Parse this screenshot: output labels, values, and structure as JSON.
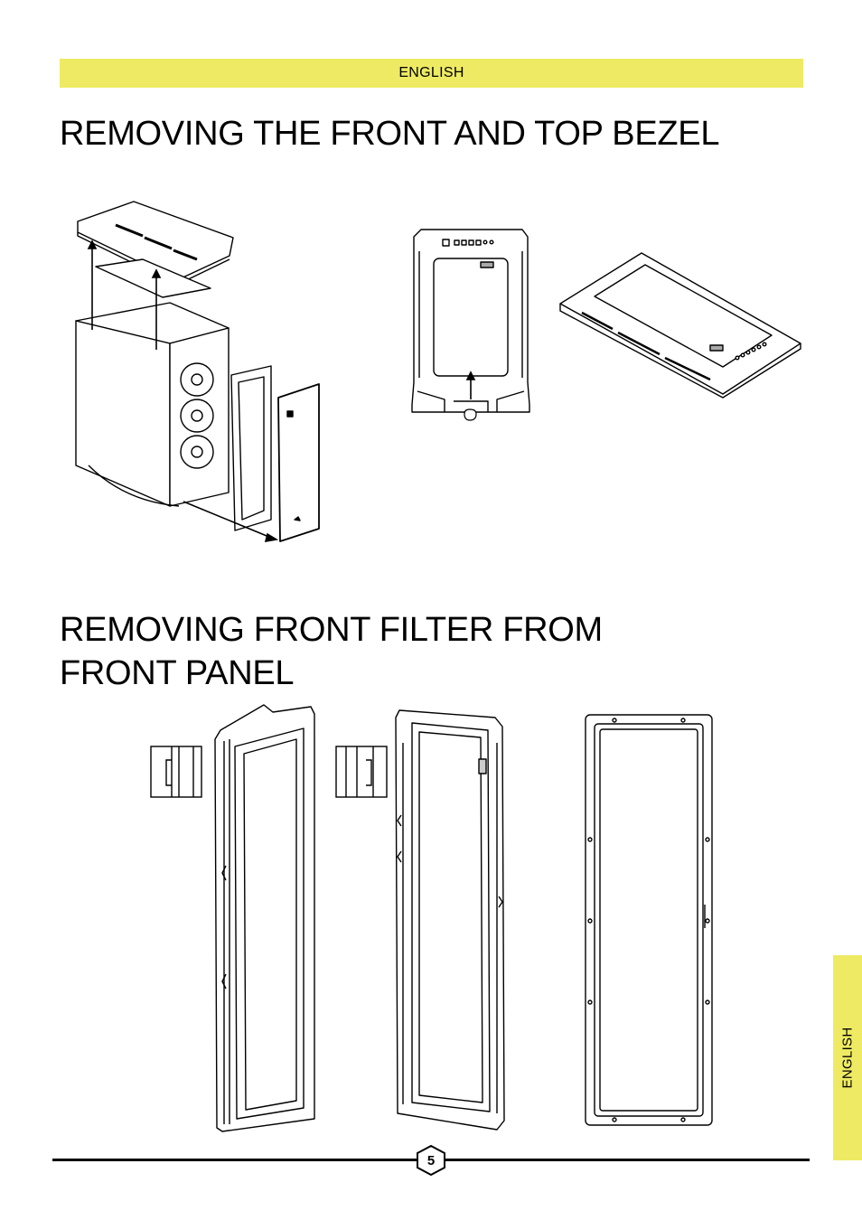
{
  "header": {
    "language": "ENGLISH"
  },
  "sections": [
    {
      "title": "REMOVING THE FRONT AND TOP BEZEL"
    },
    {
      "title_line1": "REMOVING FRONT FILTER FROM",
      "title_line2": "FRONT PANEL"
    }
  ],
  "side_tab": {
    "label": "ENGLISH"
  },
  "footer": {
    "page_number": "5"
  },
  "colors": {
    "accent": "#eeea63",
    "ink": "#000000",
    "paper": "#ffffff"
  }
}
